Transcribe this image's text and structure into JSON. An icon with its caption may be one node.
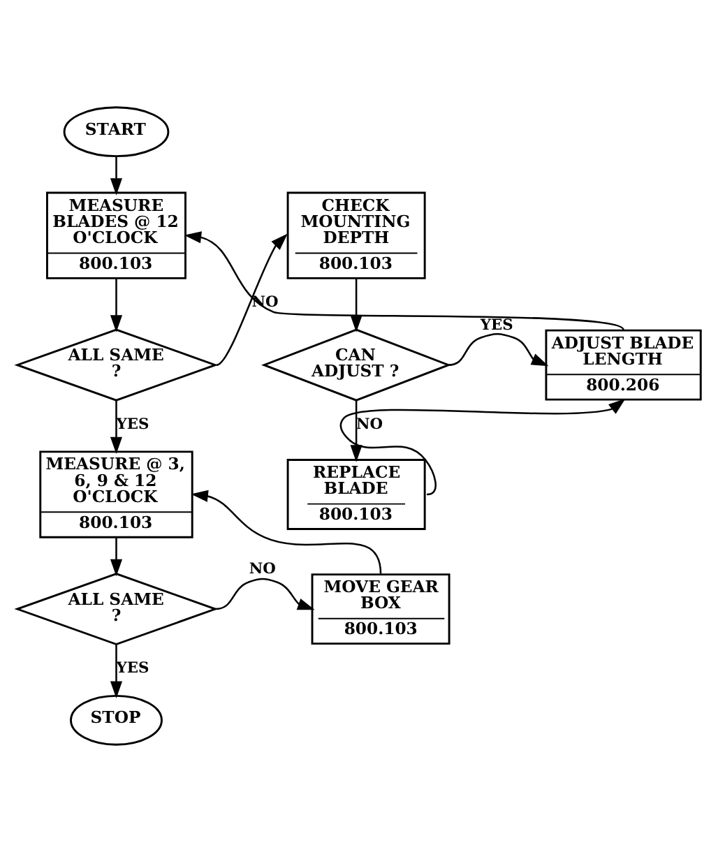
{
  "diagram": {
    "nodes": [
      {
        "text": [
          "START"
        ]
      },
      {
        "text": [
          "MEASURE BLADES @ 12 O'CLOCK",
          "800.103"
        ]
      },
      {
        "text": [
          "CHECK MOUNTING DEPTH",
          "800.103"
        ]
      },
      {
        "text": [
          "ALL SAME ?"
        ]
      },
      {
        "text": [
          "CAN ADJUST ?"
        ]
      },
      {
        "text": [
          "ADJUST BLADE LENGTH",
          "800.206"
        ]
      },
      {
        "text": [
          "MEASURE @ 3, 6, 9 & 12 O'CLOCK",
          "800.103"
        ]
      },
      {
        "text": [
          "REPLACE BLADE",
          "800.103"
        ]
      },
      {
        "text": [
          "ALL SAME ?"
        ]
      },
      {
        "text": [
          "MOVE GEAR BOX",
          "800.103"
        ]
      },
      {
        "text": [
          "STOP"
        ]
      }
    ],
    "edges": [
      {
        "from": 0,
        "to": 1,
        "arrow": "to"
      },
      {
        "from": 1,
        "to": 3,
        "arrow": "to"
      },
      {
        "from": 3,
        "to": 2,
        "arrow": "to",
        "label": "NO"
      },
      {
        "from": 2,
        "to": 4,
        "arrow": "to"
      },
      {
        "from": 4,
        "to": 5,
        "arrow": "to",
        "label": "YES"
      },
      {
        "from": 4,
        "to": 7,
        "arrow": "to",
        "label": "NO"
      },
      {
        "from": 5,
        "to": 1,
        "arrow": "to"
      },
      {
        "from": 7,
        "to": 5,
        "arrow": "to"
      },
      {
        "from": 3,
        "to": 6,
        "arrow": "to",
        "label": "YES"
      },
      {
        "from": 6,
        "to": 8,
        "arrow": "to"
      },
      {
        "from": 8,
        "to": 9,
        "arrow": "to",
        "label": "NO"
      },
      {
        "from": 9,
        "to": 6,
        "arrow": "to"
      },
      {
        "from": 8,
        "to": 10,
        "arrow": "to",
        "label": "YES"
      }
    ]
  }
}
